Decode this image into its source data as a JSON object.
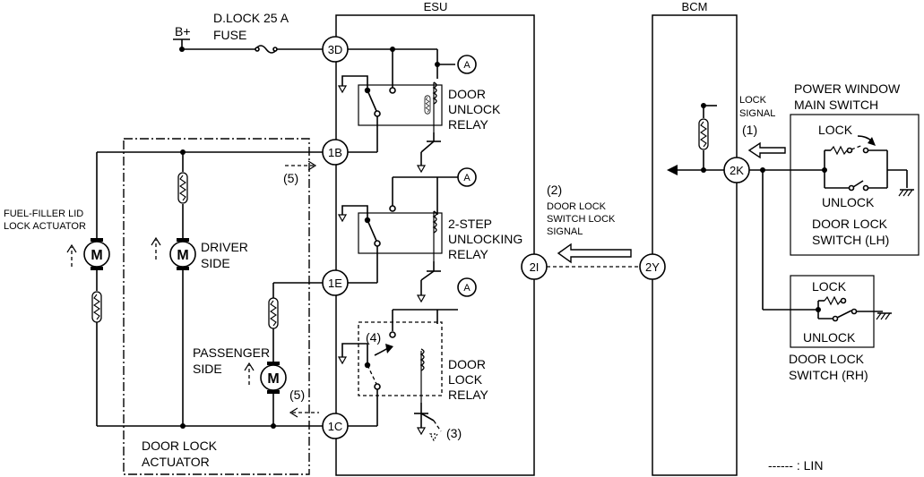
{
  "modules": {
    "esu": "ESU",
    "bcm": "BCM"
  },
  "power": {
    "bplus": "B+",
    "fuse_line1": "D.LOCK 25 A",
    "fuse_line2": "FUSE"
  },
  "terminals": {
    "t3d": "3D",
    "t1b": "1B",
    "t1e": "1E",
    "t1c": "1C",
    "t2i": "2I",
    "t2y": "2Y",
    "t2k": "2K",
    "ta": "A"
  },
  "relays": {
    "unlock": [
      "DOOR",
      "UNLOCK",
      "RELAY"
    ],
    "two_step": [
      "2-STEP",
      "UNLOCKING",
      "RELAY"
    ],
    "lock": [
      "DOOR",
      "LOCK",
      "RELAY"
    ]
  },
  "actuators": {
    "fuel_filler": [
      "FUEL-FILLER LID",
      "LOCK ACTUATOR"
    ],
    "driver": [
      "DRIVER",
      "SIDE"
    ],
    "passenger": [
      "PASSENGER",
      "SIDE"
    ],
    "door_lock": [
      "DOOR LOCK",
      "ACTUATOR"
    ],
    "motor": "M"
  },
  "signals": {
    "lock_signal": [
      "LOCK",
      "SIGNAL"
    ],
    "n1": "(1)",
    "n2": "(2)",
    "n3": "(3)",
    "n4": "(4)",
    "n5": "(5)",
    "switch_signal": [
      "DOOR LOCK",
      "SWITCH LOCK",
      "SIGNAL"
    ]
  },
  "switches": {
    "pw_main": [
      "POWER WINDOW",
      "MAIN SWITCH"
    ],
    "lock": "LOCK",
    "unlock": "UNLOCK",
    "lh": [
      "DOOR LOCK",
      "SWITCH (LH)"
    ],
    "rh": [
      "DOOR LOCK",
      "SWITCH (RH)"
    ]
  },
  "legend": {
    "lin": "------ : LIN"
  },
  "icons": [
    "ground-icon",
    "arrow-icon",
    "resistor-icon",
    "motor-icon",
    "coil-icon",
    "terminal-icon"
  ]
}
